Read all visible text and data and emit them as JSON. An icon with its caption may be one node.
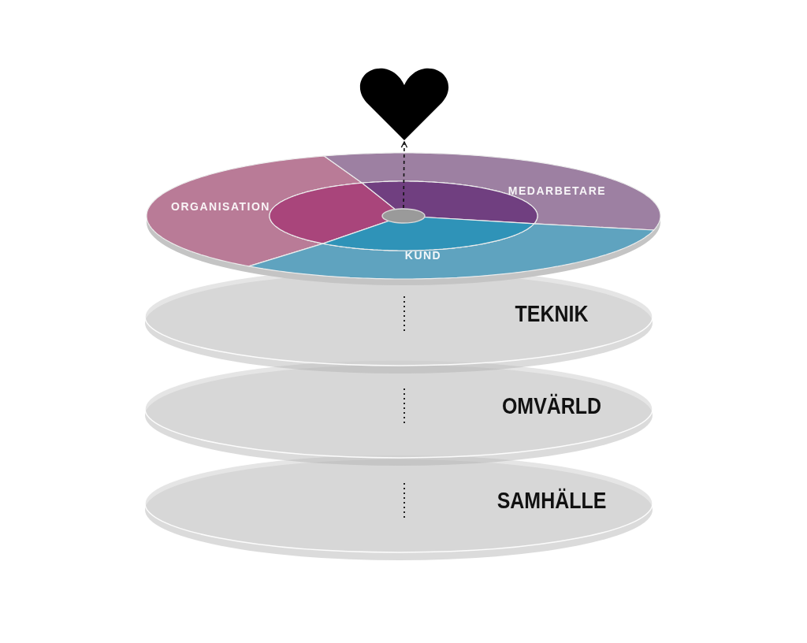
{
  "diagram": {
    "nodes": [
      {
        "text": [],
        "shape": "heart"
      },
      {
        "text": [],
        "shape": "circle"
      },
      {
        "text": [
          "ORGANISATION"
        ],
        "in": 1
      },
      {
        "text": [
          "MEDARBETARE"
        ],
        "in": 1
      },
      {
        "text": [
          "KUND"
        ],
        "in": 1
      },
      {
        "text": [],
        "shape": "circle",
        "in": 1
      },
      {
        "text": [
          "TEKNIK"
        ]
      },
      {
        "text": [
          "OMVÄRLD"
        ]
      },
      {
        "text": [
          "SAMHÄLLE"
        ]
      }
    ],
    "edges": [
      {
        "from": 5,
        "to": 0,
        "arrow": "to",
        "style": "dashed"
      }
    ]
  }
}
